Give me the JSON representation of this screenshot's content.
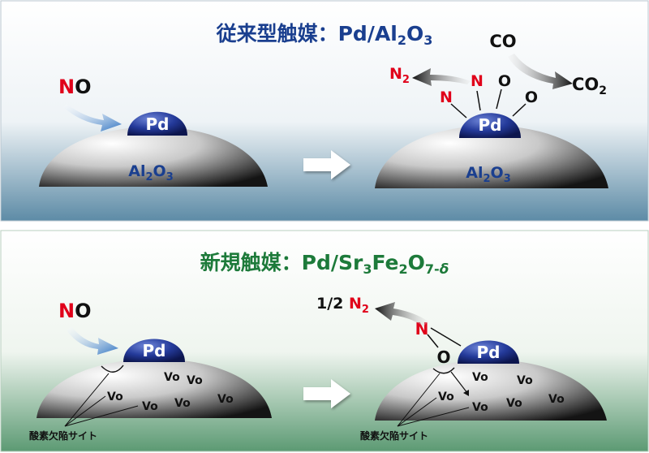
{
  "top_panel": {
    "title_catalyst": "従来型触媒",
    "title_colon": "：",
    "title_formula": {
      "pd": "Pd/Al",
      "sub1": "2",
      "o": "O",
      "sub2": "3"
    },
    "support": {
      "base": "Al",
      "sub1": "2",
      "o": "O",
      "sub2": "3"
    },
    "metal": "Pd",
    "no_n": "N",
    "no_o": "O",
    "n2": {
      "base": "N",
      "sub": "2"
    },
    "n_atom": "N",
    "o_atom": "O",
    "co": "CO",
    "co2": {
      "base": "CO",
      "sub": "2"
    }
  },
  "bottom_panel": {
    "title_catalyst": "新規触媒",
    "title_colon": "：",
    "title_formula": {
      "pd": "Pd/Sr",
      "sub1": "3",
      "fe": "Fe",
      "sub2": "2",
      "o": "O",
      "sub3": "7-",
      "delta": "δ"
    },
    "metal": "Pd",
    "no_n": "N",
    "no_o": "O",
    "half": "1/2 ",
    "n2": {
      "base": "N",
      "sub": "2"
    },
    "n_atom": "N",
    "o_atom": "O",
    "vo": "Vo",
    "vacancy_label": "酸素欠陥サイト"
  },
  "colors": {
    "title_blue": "#1a3f8f",
    "title_green": "#1d7a3a",
    "nitrogen_red": "#e0001a",
    "pd_navy": "#1c2a7c",
    "arrow_blue": "#3a7fc4"
  }
}
